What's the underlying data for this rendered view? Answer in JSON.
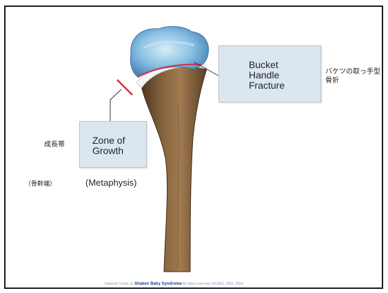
{
  "labels": {
    "bucket_line1": "Bucket",
    "bucket_line2": "Handle",
    "bucket_line3": "Fracture",
    "bucket_jp_line1": "バケツの取っ手型",
    "bucket_jp_line2": "骨折",
    "zone_line1": "Zone of",
    "zone_line2": "Growth",
    "zone_jp": "成長帯",
    "metaphysis": "(Metaphysis)",
    "metaphysis_jp": "（骨幹端）"
  },
  "footer": {
    "left": "National Center on",
    "brand": "Shaken Baby Syndrome",
    "right": "All rights reserved. NCSBS, 2001, 2004"
  },
  "colors": {
    "bone": "#7a5a3a",
    "cartilage": "#9ccbe8",
    "box": "#dce6ee",
    "fracture_line": "#d22d3c",
    "footer_brand": "#263f8c"
  }
}
